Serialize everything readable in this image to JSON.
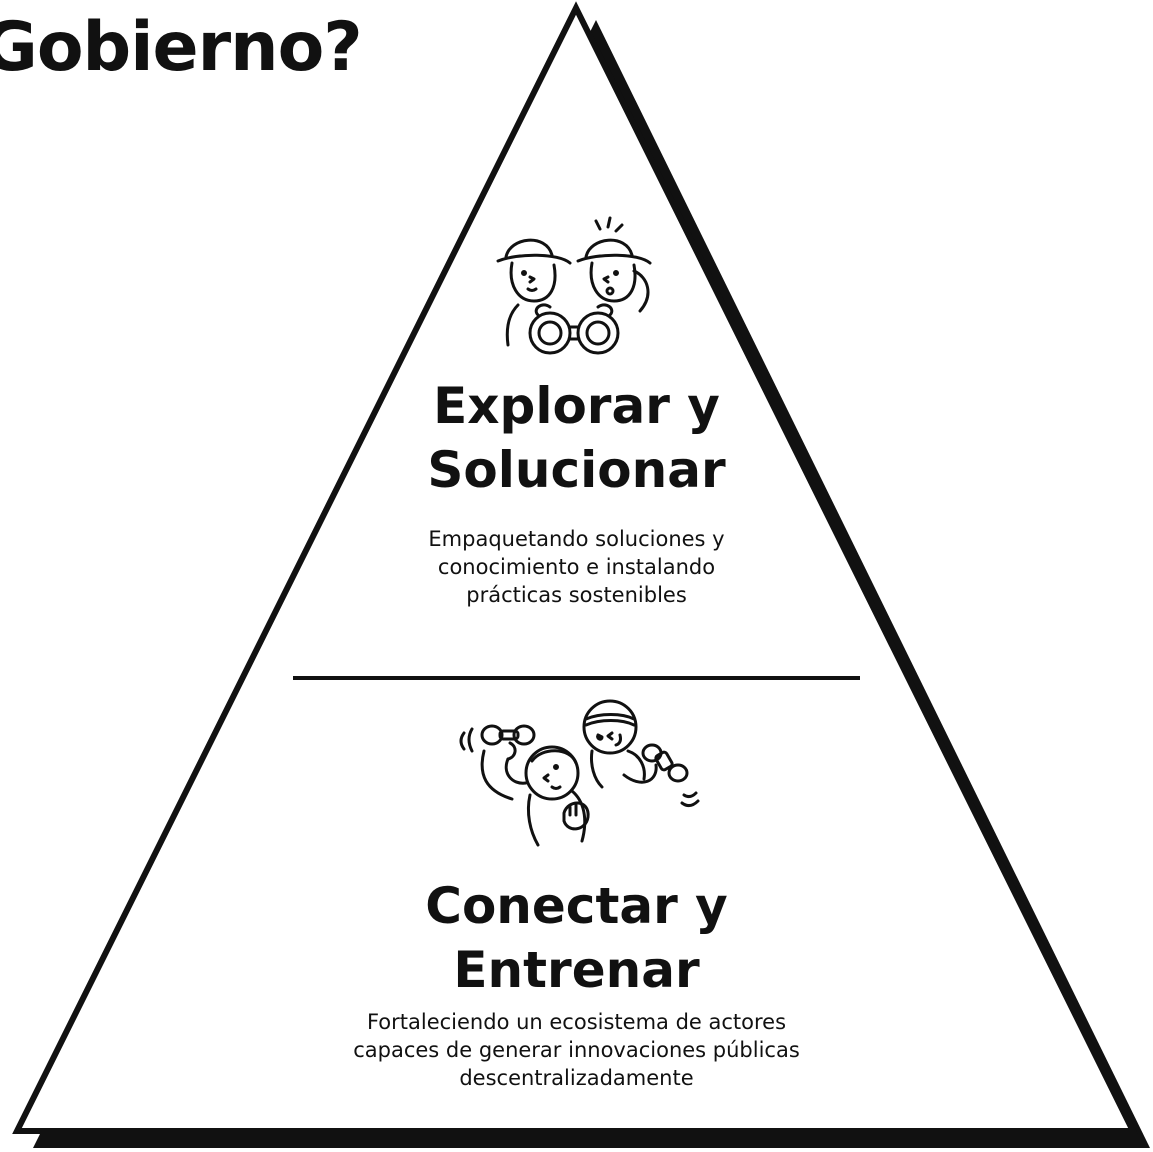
{
  "heading": "Gobierno?",
  "tiers": [
    {
      "title_line1": "Explorar y",
      "title_line2": "Solucionar",
      "desc_line1": "Empaquetando soluciones y",
      "desc_line2": "conocimiento e instalando",
      "desc_line3": "prácticas sostenibles",
      "icon": "explorers-binoculars-icon"
    },
    {
      "title_line1": "Conectar y",
      "title_line2": "Entrenar",
      "desc_line1": "Fortaleciendo un ecosistema de actores",
      "desc_line2": "capaces de generar innovaciones públicas",
      "desc_line3": "descentralizadamente",
      "icon": "people-exercising-dumbbells-icon"
    }
  ],
  "colors": {
    "ink": "#111111",
    "background": "#ffffff"
  }
}
